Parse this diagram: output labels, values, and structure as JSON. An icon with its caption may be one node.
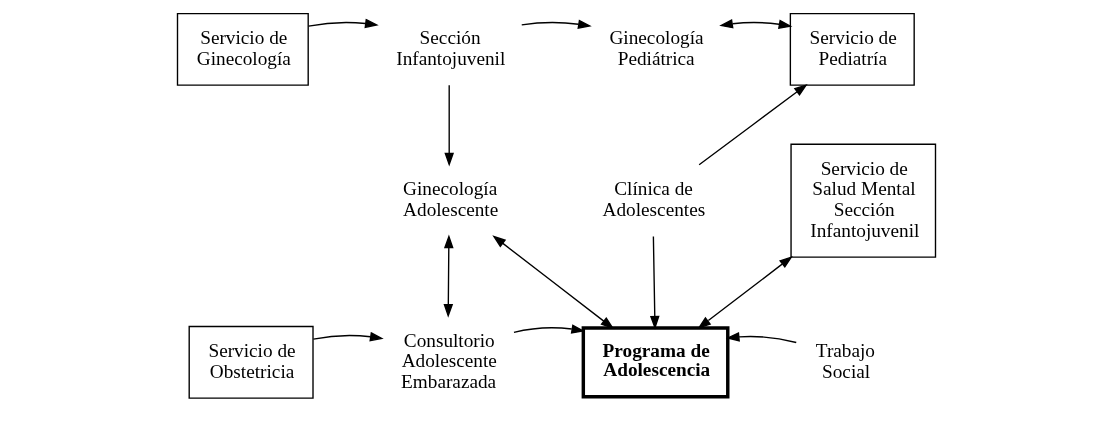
{
  "diagram": {
    "nodes": [
      {
        "text": [
          "Servicio de Ginecología"
        ]
      },
      {
        "text": [
          "Sección Infantojuvenil"
        ]
      },
      {
        "text": [
          "Ginecología Pediátrica"
        ]
      },
      {
        "text": [
          "Servicio de Pediatría"
        ]
      },
      {
        "text": [
          "Servicio de Salud Mental Sección Infantojuvenil"
        ]
      },
      {
        "text": [
          "Ginecología Adolescente"
        ]
      },
      {
        "text": [
          "Clínica de Adolescentes"
        ]
      },
      {
        "text": [
          "Servicio de Obstetricia"
        ]
      },
      {
        "text": [
          "Consultorio Adolescente Embarazada"
        ]
      },
      {
        "text": [
          "Programa de Adolescencia"
        ]
      },
      {
        "text": [
          "Trabajo Social"
        ]
      }
    ],
    "edges": [
      {
        "from": 0,
        "to": 1,
        "arrow": "to"
      },
      {
        "from": 1,
        "to": 2,
        "arrow": "to"
      },
      {
        "from": 2,
        "to": 3,
        "arrow": "both"
      },
      {
        "from": 1,
        "to": 5,
        "arrow": "to"
      },
      {
        "from": 6,
        "to": 3,
        "arrow": "to"
      },
      {
        "from": 6,
        "to": 9,
        "arrow": "to"
      },
      {
        "from": 5,
        "to": 9,
        "arrow": "both"
      },
      {
        "from": 4,
        "to": 9,
        "arrow": "both"
      },
      {
        "from": 5,
        "to": 8,
        "arrow": "both"
      },
      {
        "from": 7,
        "to": 8,
        "arrow": "to"
      },
      {
        "from": 8,
        "to": 9,
        "arrow": "to"
      },
      {
        "from": 10,
        "to": 9,
        "arrow": "to"
      }
    ]
  }
}
